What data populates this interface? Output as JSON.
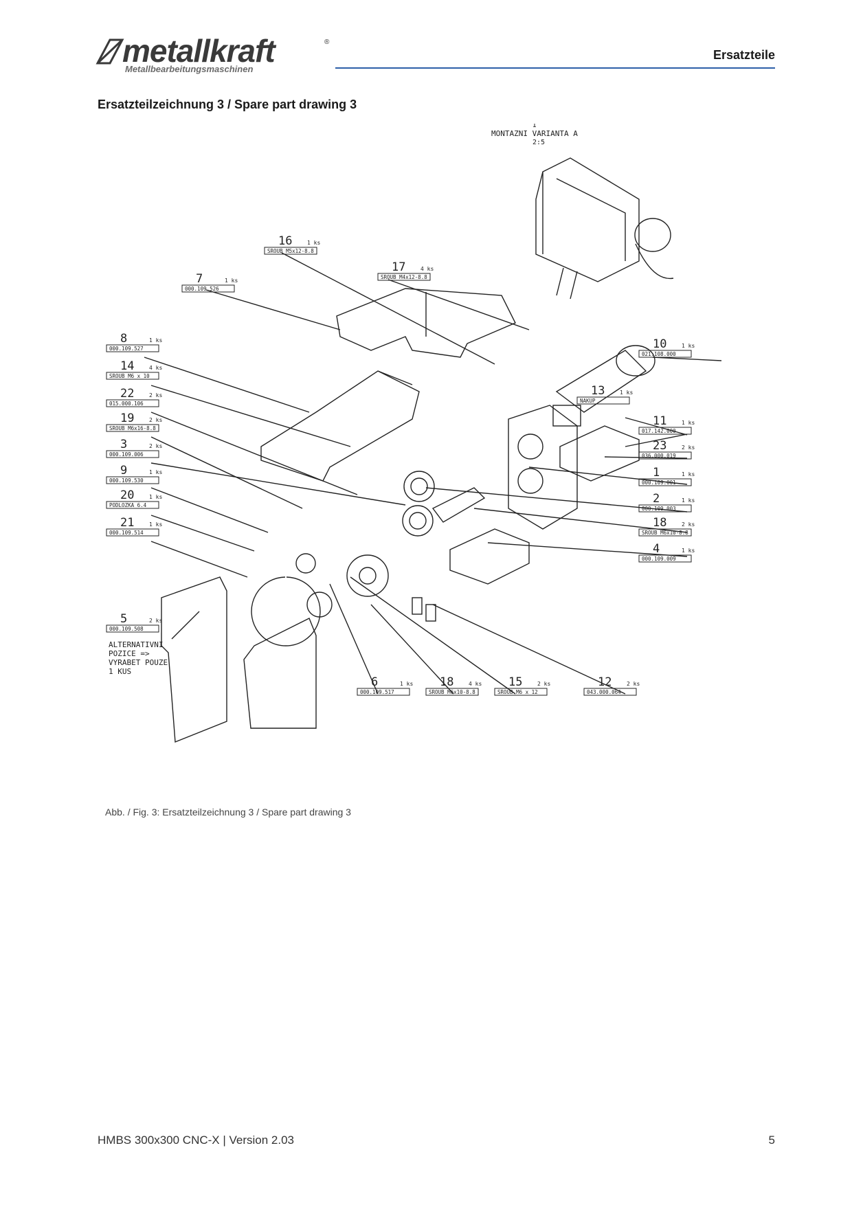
{
  "header": {
    "logo_text": "metallkraft",
    "logo_reg": "®",
    "logo_subtitle": "Metallbearbeitungsmaschinen",
    "section": "Ersatzteile"
  },
  "page_title": "Ersatzteilzeichnung 3 / Spare part drawing 3",
  "drawing": {
    "view_label": [
      "I",
      "MONTAZNI VARIANTA A",
      "2:5"
    ],
    "callouts": [
      {
        "num": "16",
        "qty": "1 ks",
        "code": "SROUB M5x12-8.8"
      },
      {
        "num": "17",
        "qty": "4 ks",
        "code": "SROUB M4x12-8.8"
      },
      {
        "num": "7",
        "qty": "1 ks",
        "code": "000.109.526"
      },
      {
        "num": "8",
        "qty": "1 ks",
        "code": "000.109.527"
      },
      {
        "num": "14",
        "qty": "4 ks",
        "code": "SROUB M6 x 10"
      },
      {
        "num": "22",
        "qty": "2 ks",
        "code": "015.000.106"
      },
      {
        "num": "19",
        "qty": "2 ks",
        "code": "SROUB M6x16-8.8"
      },
      {
        "num": "3",
        "qty": "2 ks",
        "code": "000.109.006"
      },
      {
        "num": "9",
        "qty": "1 ks",
        "code": "000.109.530"
      },
      {
        "num": "20",
        "qty": "1 ks",
        "code": "PODLOZKA 6.4"
      },
      {
        "num": "21",
        "qty": "1 ks",
        "code": "000.109.514"
      },
      {
        "num": "5",
        "qty": "2 ks",
        "code": "000.109.508"
      },
      {
        "num": "10",
        "qty": "1 ks",
        "code": "021.108.000"
      },
      {
        "num": "13",
        "qty": "1 ks",
        "code": "NAKUP"
      },
      {
        "num": "11",
        "qty": "1 ks",
        "code": "017.142.000"
      },
      {
        "num": "23",
        "qty": "2 ks",
        "code": "036.000.019"
      },
      {
        "num": "1",
        "qty": "1 ks",
        "code": "000.109.001"
      },
      {
        "num": "2",
        "qty": "1 ks",
        "code": "000.109.003"
      },
      {
        "num": "18",
        "qty": "2 ks",
        "code": "SROUB M6x10-8.8"
      },
      {
        "num": "4",
        "qty": "1 ks",
        "code": "000.109.009"
      },
      {
        "num": "6",
        "qty": "1 ks",
        "code": "000.109.517"
      },
      {
        "num": "18",
        "qty": "4 ks",
        "code": "SROUB M6x10-8.8"
      },
      {
        "num": "15",
        "qty": "2 ks",
        "code": "SROUB M6 x 12"
      },
      {
        "num": "12",
        "qty": "2 ks",
        "code": "043.000.064"
      }
    ],
    "note": [
      "ALTERNATIVNI",
      "POZICE =>",
      "VYRABET POUZE",
      "1 KUS"
    ]
  },
  "caption": "Abb. / Fig. 3: Ersatzteilzeichnung 3 / Spare part drawing 3",
  "footer": {
    "model": "HMBS 300x300 CNC-X | Version 2.03",
    "page": "5"
  },
  "colors": {
    "rule": "#2d5fa8",
    "logo": "#3a3a3a"
  }
}
